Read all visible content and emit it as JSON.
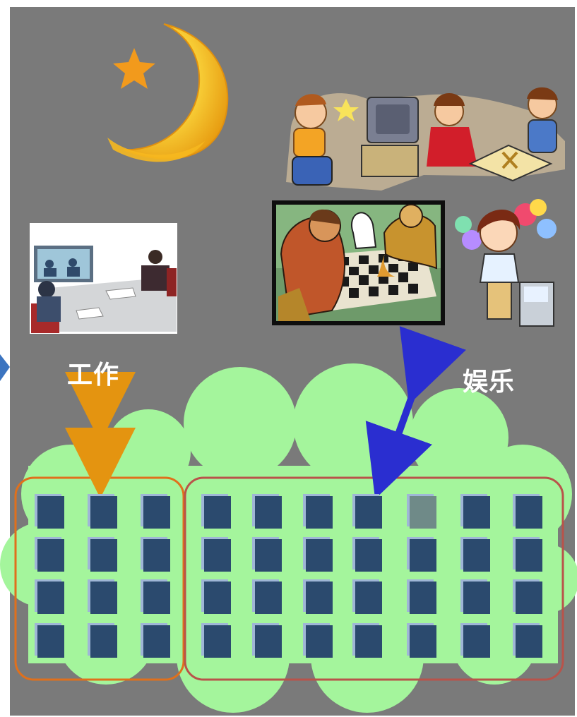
{
  "labels": {
    "work": "工作",
    "entertainment": "娱乐"
  },
  "colors": {
    "background": "#7a7a7a",
    "cloud": "#a4f59c",
    "window_lit": "#2b4a6e",
    "window_dim": "#6f8a88",
    "window_shadow": "#9fb6d6",
    "work_group_border": "#e0701c",
    "entertainment_group_border": "#b9534a",
    "work_arrow": "#e49410",
    "entertainment_arrow": "#2a2ed0",
    "moon": "#f9c525",
    "star": "#f29a1c"
  },
  "icons": [
    "moon-icon",
    "star-icon",
    "meeting-clipart",
    "kids-playing-clipart",
    "chess-clipart",
    "girl-balloons-clipart",
    "edge-arrow-icon"
  ],
  "building": {
    "rows": 4,
    "work_columns": 3,
    "entertainment_columns": 7,
    "dim_window": {
      "row": 1,
      "col": 5
    }
  }
}
